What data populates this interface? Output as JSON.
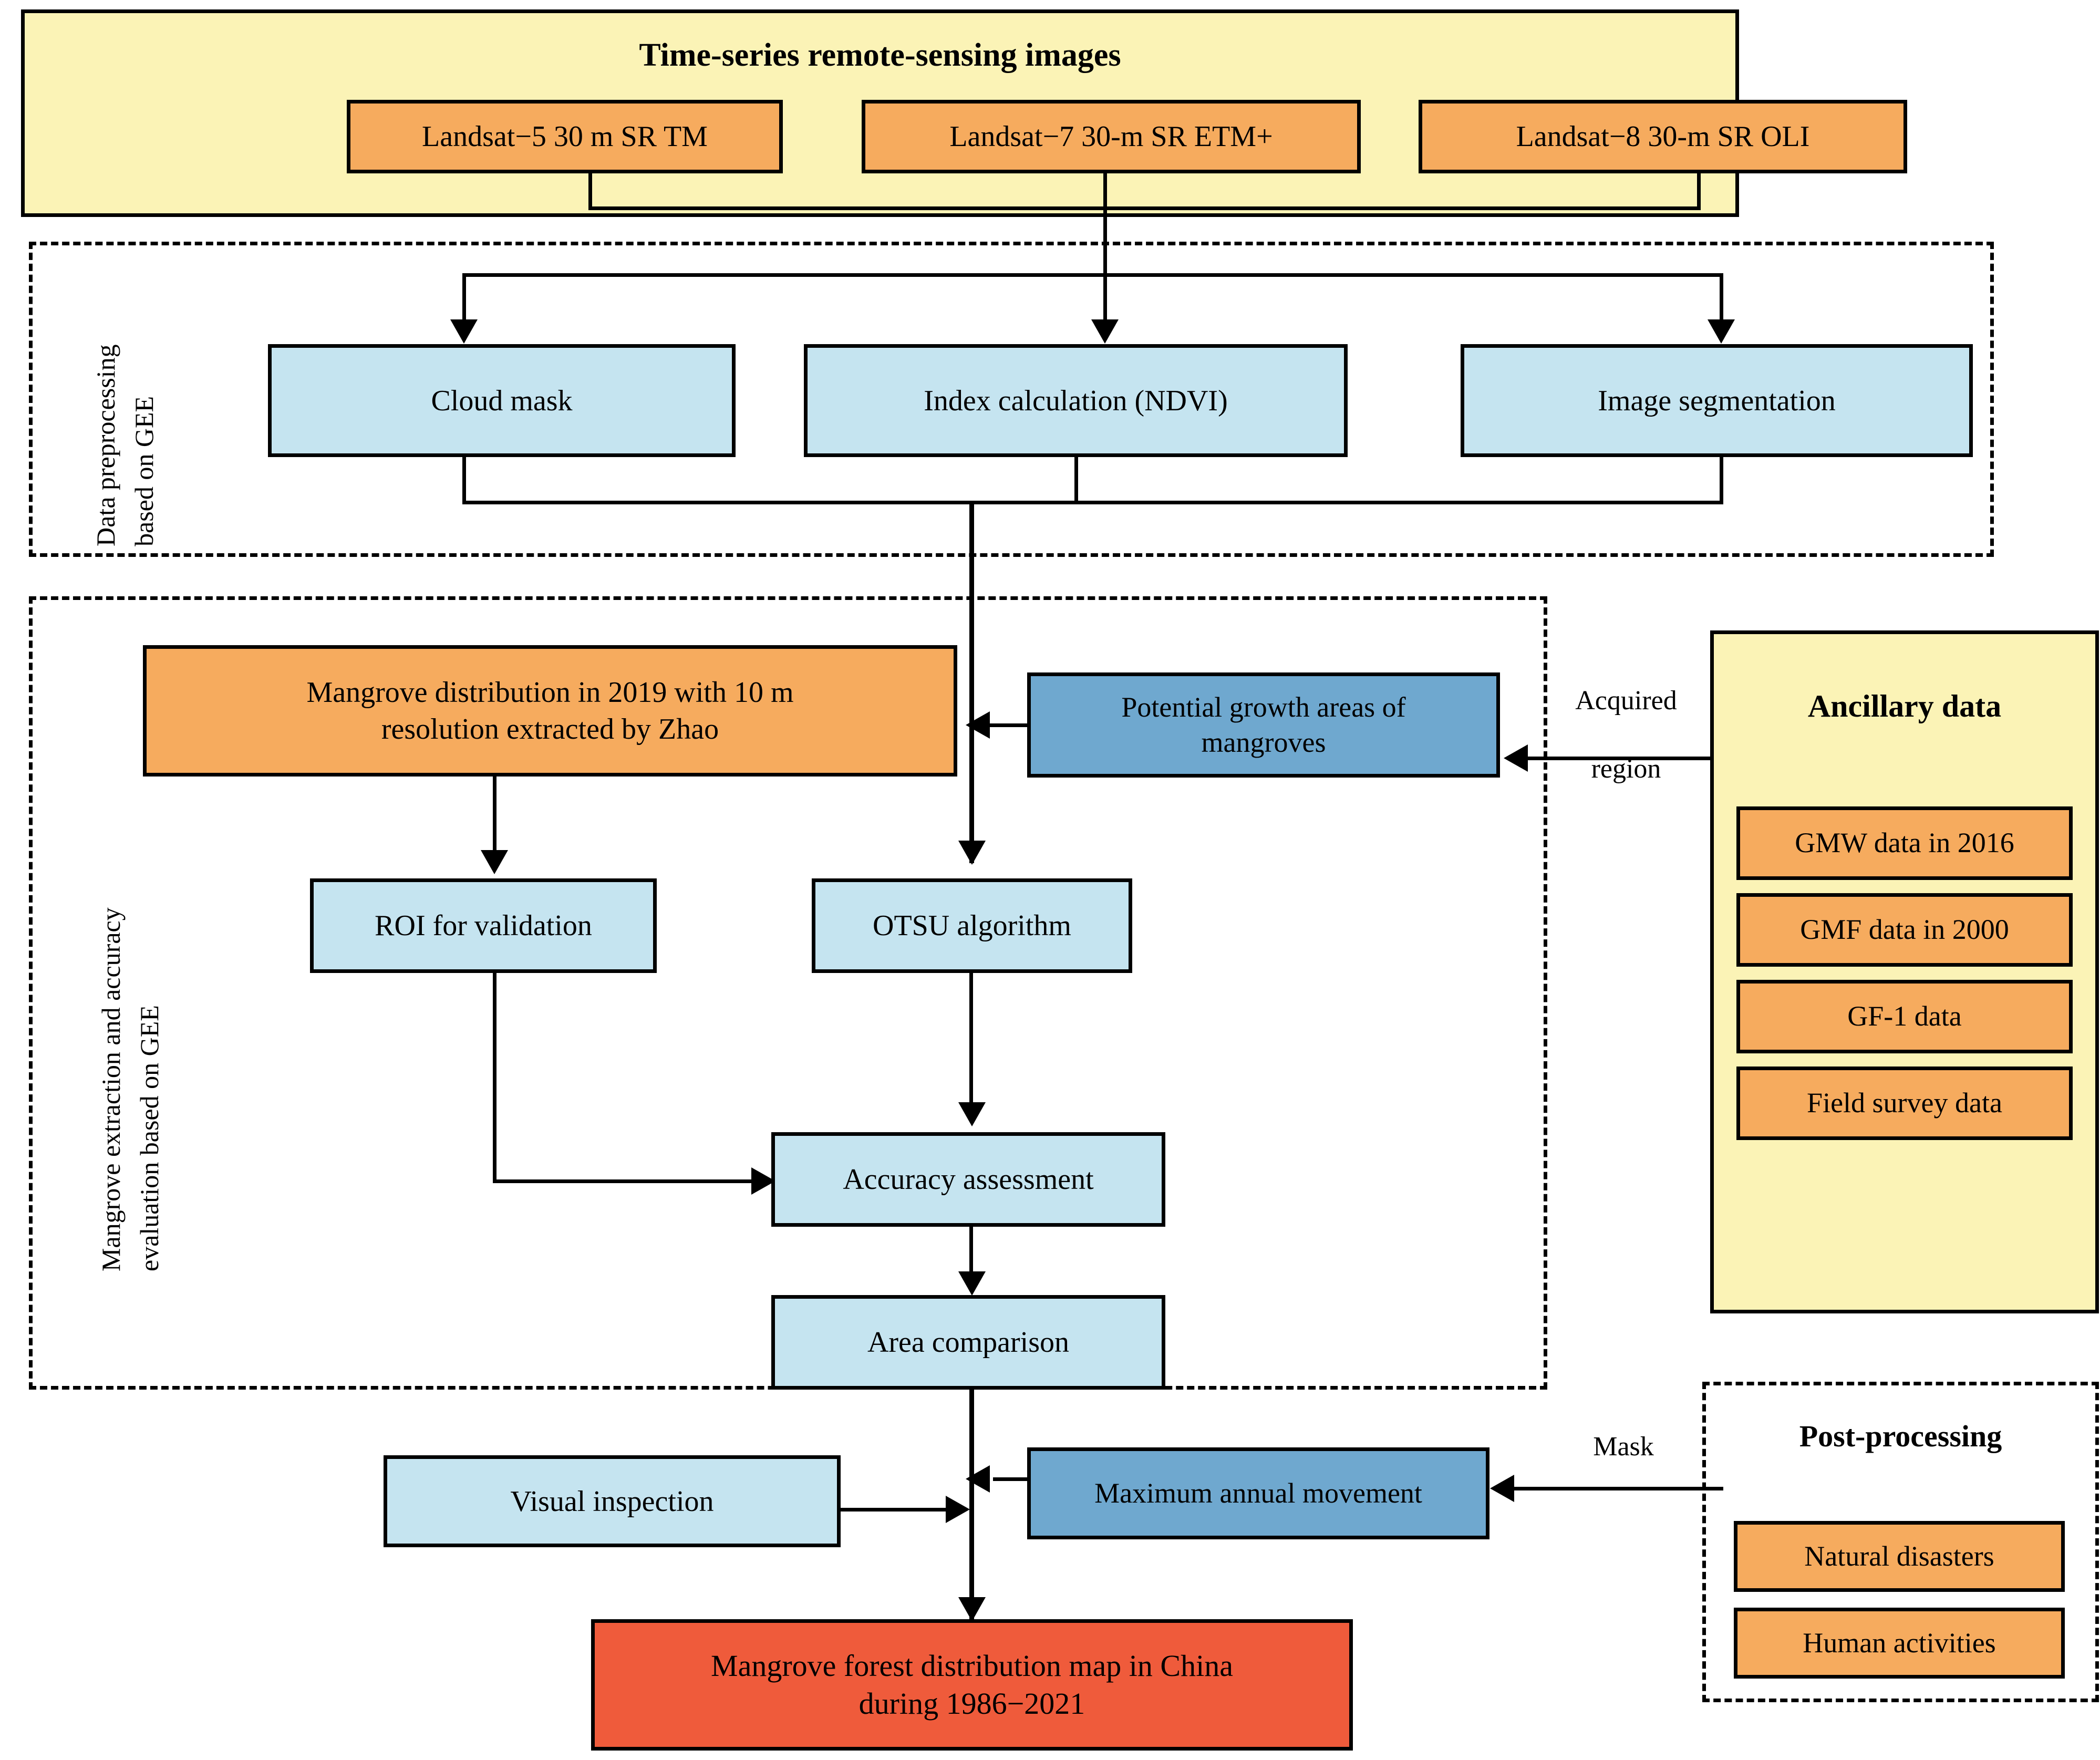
{
  "figure": {
    "kind": "flowchart",
    "background": "#ffffff",
    "palette": {
      "cream": "#fbf3b6",
      "orange": "#f6ab5e",
      "light_blue": "#c5e4f0",
      "medium_blue": "#6fa8cf",
      "red": "#ef5b3b",
      "stroke": "#000000"
    }
  },
  "input_panel": {
    "title": "Time-series remote-sensing images",
    "sources": [
      {
        "label": "Landsat−5 30 m SR TM"
      },
      {
        "label": "Landsat−7 30-m SR ETM+"
      },
      {
        "label": "Landsat−8 30-m SR OLI"
      }
    ]
  },
  "preprocessing": {
    "section_label_line1": "Data preprocessing",
    "section_label_line2": "based on GEE",
    "steps": [
      {
        "label": "Cloud mask"
      },
      {
        "label": "Index calculation (NDVI)"
      },
      {
        "label": "Image segmentation"
      }
    ]
  },
  "extraction": {
    "section_label_line1": "Mangrove extraction and accuracy",
    "section_label_line2": "evaluation based on GEE",
    "reference": {
      "line1": "Mangrove distribution in 2019 with 10 m",
      "line2": "resolution extracted by Zhao"
    },
    "potential": {
      "line1": "Potential growth areas of",
      "line2": "mangroves"
    },
    "roi": {
      "label": "ROI for validation"
    },
    "otsu": {
      "label": "OTSU algorithm"
    },
    "accuracy": {
      "label": "Accuracy assessment"
    },
    "area": {
      "label": "Area comparison"
    }
  },
  "ancillary": {
    "title": "Ancillary data",
    "items": [
      {
        "label": "GMW data in 2016"
      },
      {
        "label": "GMF data in 2000"
      },
      {
        "label": "GF-1 data"
      },
      {
        "label": "Field survey data"
      }
    ],
    "edge_label_line1": "Acquired",
    "edge_label_line2": "region"
  },
  "postprocessing": {
    "title": "Post-processing",
    "items": [
      {
        "label": "Natural disasters"
      },
      {
        "label": "Human activities"
      }
    ],
    "edge_label": "Mask"
  },
  "bottom": {
    "visual_inspection": {
      "label": "Visual inspection"
    },
    "max_movement": {
      "label": "Maximum annual movement"
    },
    "result": {
      "line1": "Mangrove forest distribution map in China",
      "line2": "during 1986−2021"
    }
  }
}
